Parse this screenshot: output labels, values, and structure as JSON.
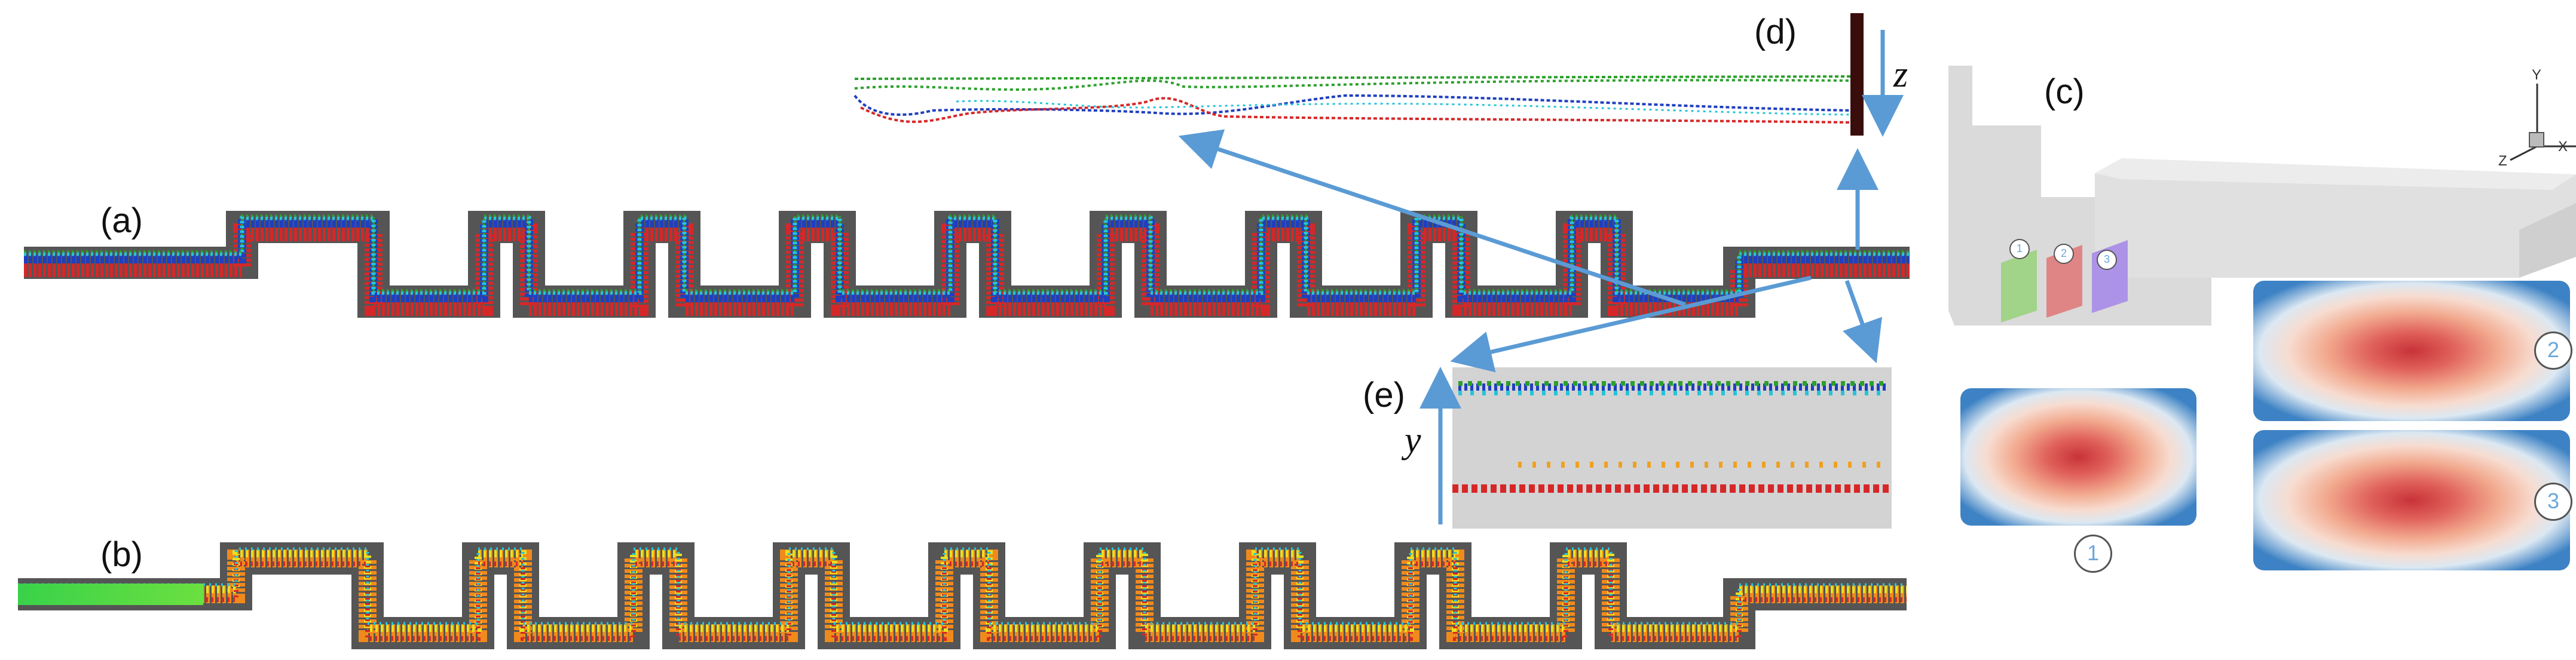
{
  "panels": {
    "a": "(a)",
    "b": "(b)",
    "c": "(c)",
    "d": "(d)",
    "e": "(e)"
  },
  "axes": {
    "z": "z",
    "y": "y"
  },
  "triad": {
    "x": "X",
    "y": "Y",
    "z": "Z"
  },
  "sections": [
    "1",
    "2",
    "3"
  ],
  "colors": {
    "channel": "#555555",
    "arrow": "#5b9bd5",
    "red": "#d62728",
    "green": "#2ca02c",
    "blue": "#1f3fbf",
    "cyan": "#27c4d8",
    "orange": "#f0a020",
    "yellow": "#e8e020",
    "body3d": "#d9d9d9",
    "panel_e_bg": "#d3d3d3",
    "d_bar": "#3a0d0d"
  }
}
